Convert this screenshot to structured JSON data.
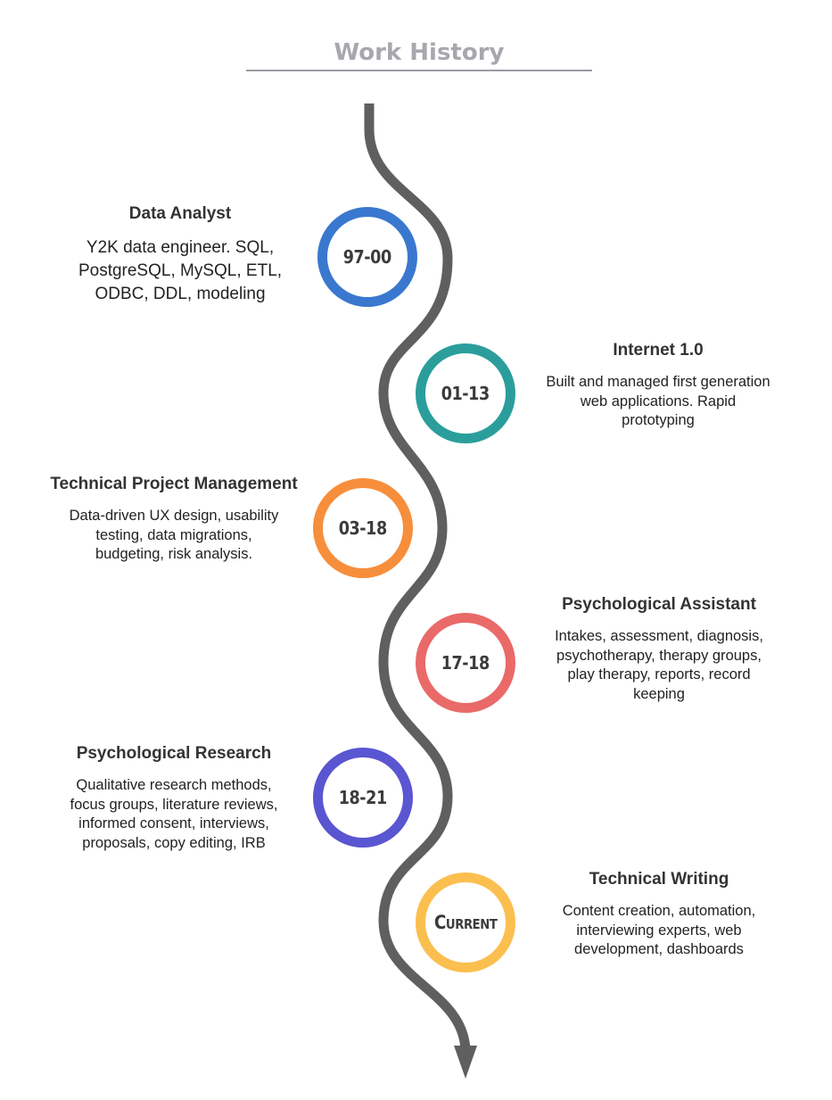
{
  "header": {
    "title": "Work History"
  },
  "colors": {
    "path": "#5f5f5f",
    "blue": "#3a78cf",
    "teal": "#2b9e9c",
    "orange": "#f78e3b",
    "coral": "#e96a68",
    "indigo": "#5a55d1",
    "yellow": "#fbbf4f"
  },
  "entries": [
    {
      "years": "97-00",
      "title": "Data Analyst",
      "desc": [
        "Y2K data engineer.  SQL,",
        "PostgreSQL, MySQL, ETL,",
        "ODBC, DDL, modeling"
      ],
      "color": "#3a78cf"
    },
    {
      "years": "01-13",
      "title": "Internet 1.0",
      "desc": [
        "Built and managed first generation",
        "web applications.  Rapid",
        "prototyping"
      ],
      "color": "#2b9e9c"
    },
    {
      "years": "03-18",
      "title": "Technical Project Management",
      "desc": [
        "Data-driven UX design, usability",
        "testing, data migrations,",
        "budgeting, risk analysis."
      ],
      "color": "#f78e3b"
    },
    {
      "years": "17-18",
      "title": "Psychological Assistant",
      "desc": [
        "Intakes, assessment, diagnosis,",
        "psychotherapy, therapy groups,",
        "play therapy, reports, record",
        "keeping"
      ],
      "color": "#e96a68"
    },
    {
      "years": "18-21",
      "title": "Psychological Research",
      "desc": [
        "Qualitative research methods,",
        "focus groups, literature reviews,",
        "informed consent, interviews,",
        "proposals, copy editing, IRB"
      ],
      "color": "#5a55d1"
    },
    {
      "years": "Current",
      "title": "Technical Writing",
      "desc": [
        "Content creation, automation,",
        "interviewing experts, web",
        "development, dashboards"
      ],
      "color": "#fbbf4f"
    }
  ]
}
